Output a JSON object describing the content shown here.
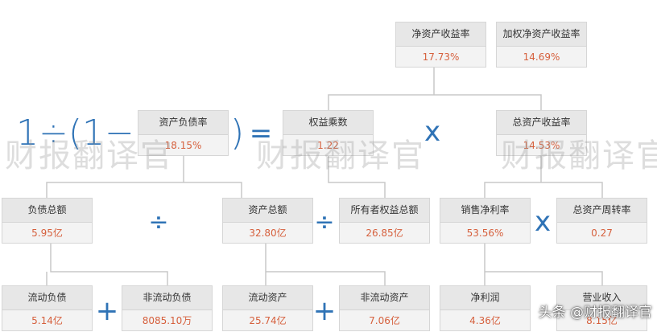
{
  "nodes": {
    "roe": {
      "title": "净资产收益率",
      "value": "17.73%"
    },
    "weighted_roe": {
      "title": "加权净资产收益率",
      "value": "14.69%"
    },
    "debt_ratio": {
      "title": "资产负债率",
      "value": "18.15%"
    },
    "equity_multiplier": {
      "title": "权益乘数",
      "value": "1.22"
    },
    "roa": {
      "title": "总资产收益率",
      "value": "14.53%"
    },
    "total_liabilities": {
      "title": "负债总额",
      "value": "5.95亿"
    },
    "total_assets": {
      "title": "资产总额",
      "value": "32.80亿"
    },
    "owners_equity": {
      "title": "所有者权益总额",
      "value": "26.85亿"
    },
    "net_margin": {
      "title": "销售净利率",
      "value": "53.56%"
    },
    "asset_turnover": {
      "title": "总资产周转率",
      "value": "0.27"
    },
    "current_liabilities": {
      "title": "流动负债",
      "value": "5.14亿"
    },
    "noncurrent_liabilities": {
      "title": "非流动负债",
      "value": "8085.10万"
    },
    "current_assets": {
      "title": "流动资产",
      "value": "25.74亿"
    },
    "noncurrent_assets": {
      "title": "非流动资产",
      "value": "7.06亿"
    },
    "net_profit": {
      "title": "净利润",
      "value": "4.36亿"
    },
    "revenue": {
      "title": "营业收入",
      "value": "8.15亿"
    }
  },
  "operators": {
    "times": "x",
    "divide": "÷",
    "plus": "+",
    "equals": "="
  },
  "formula": {
    "prefix": "1÷(1−",
    "suffix": ")"
  },
  "watermark": "财报翻译官",
  "credit": "头条 @财报翻译官",
  "colors": {
    "header_bg": "#e7e7e7",
    "value_text": "#d6603d",
    "operator": "#2f73b6",
    "connector": "#c8c8c8"
  }
}
